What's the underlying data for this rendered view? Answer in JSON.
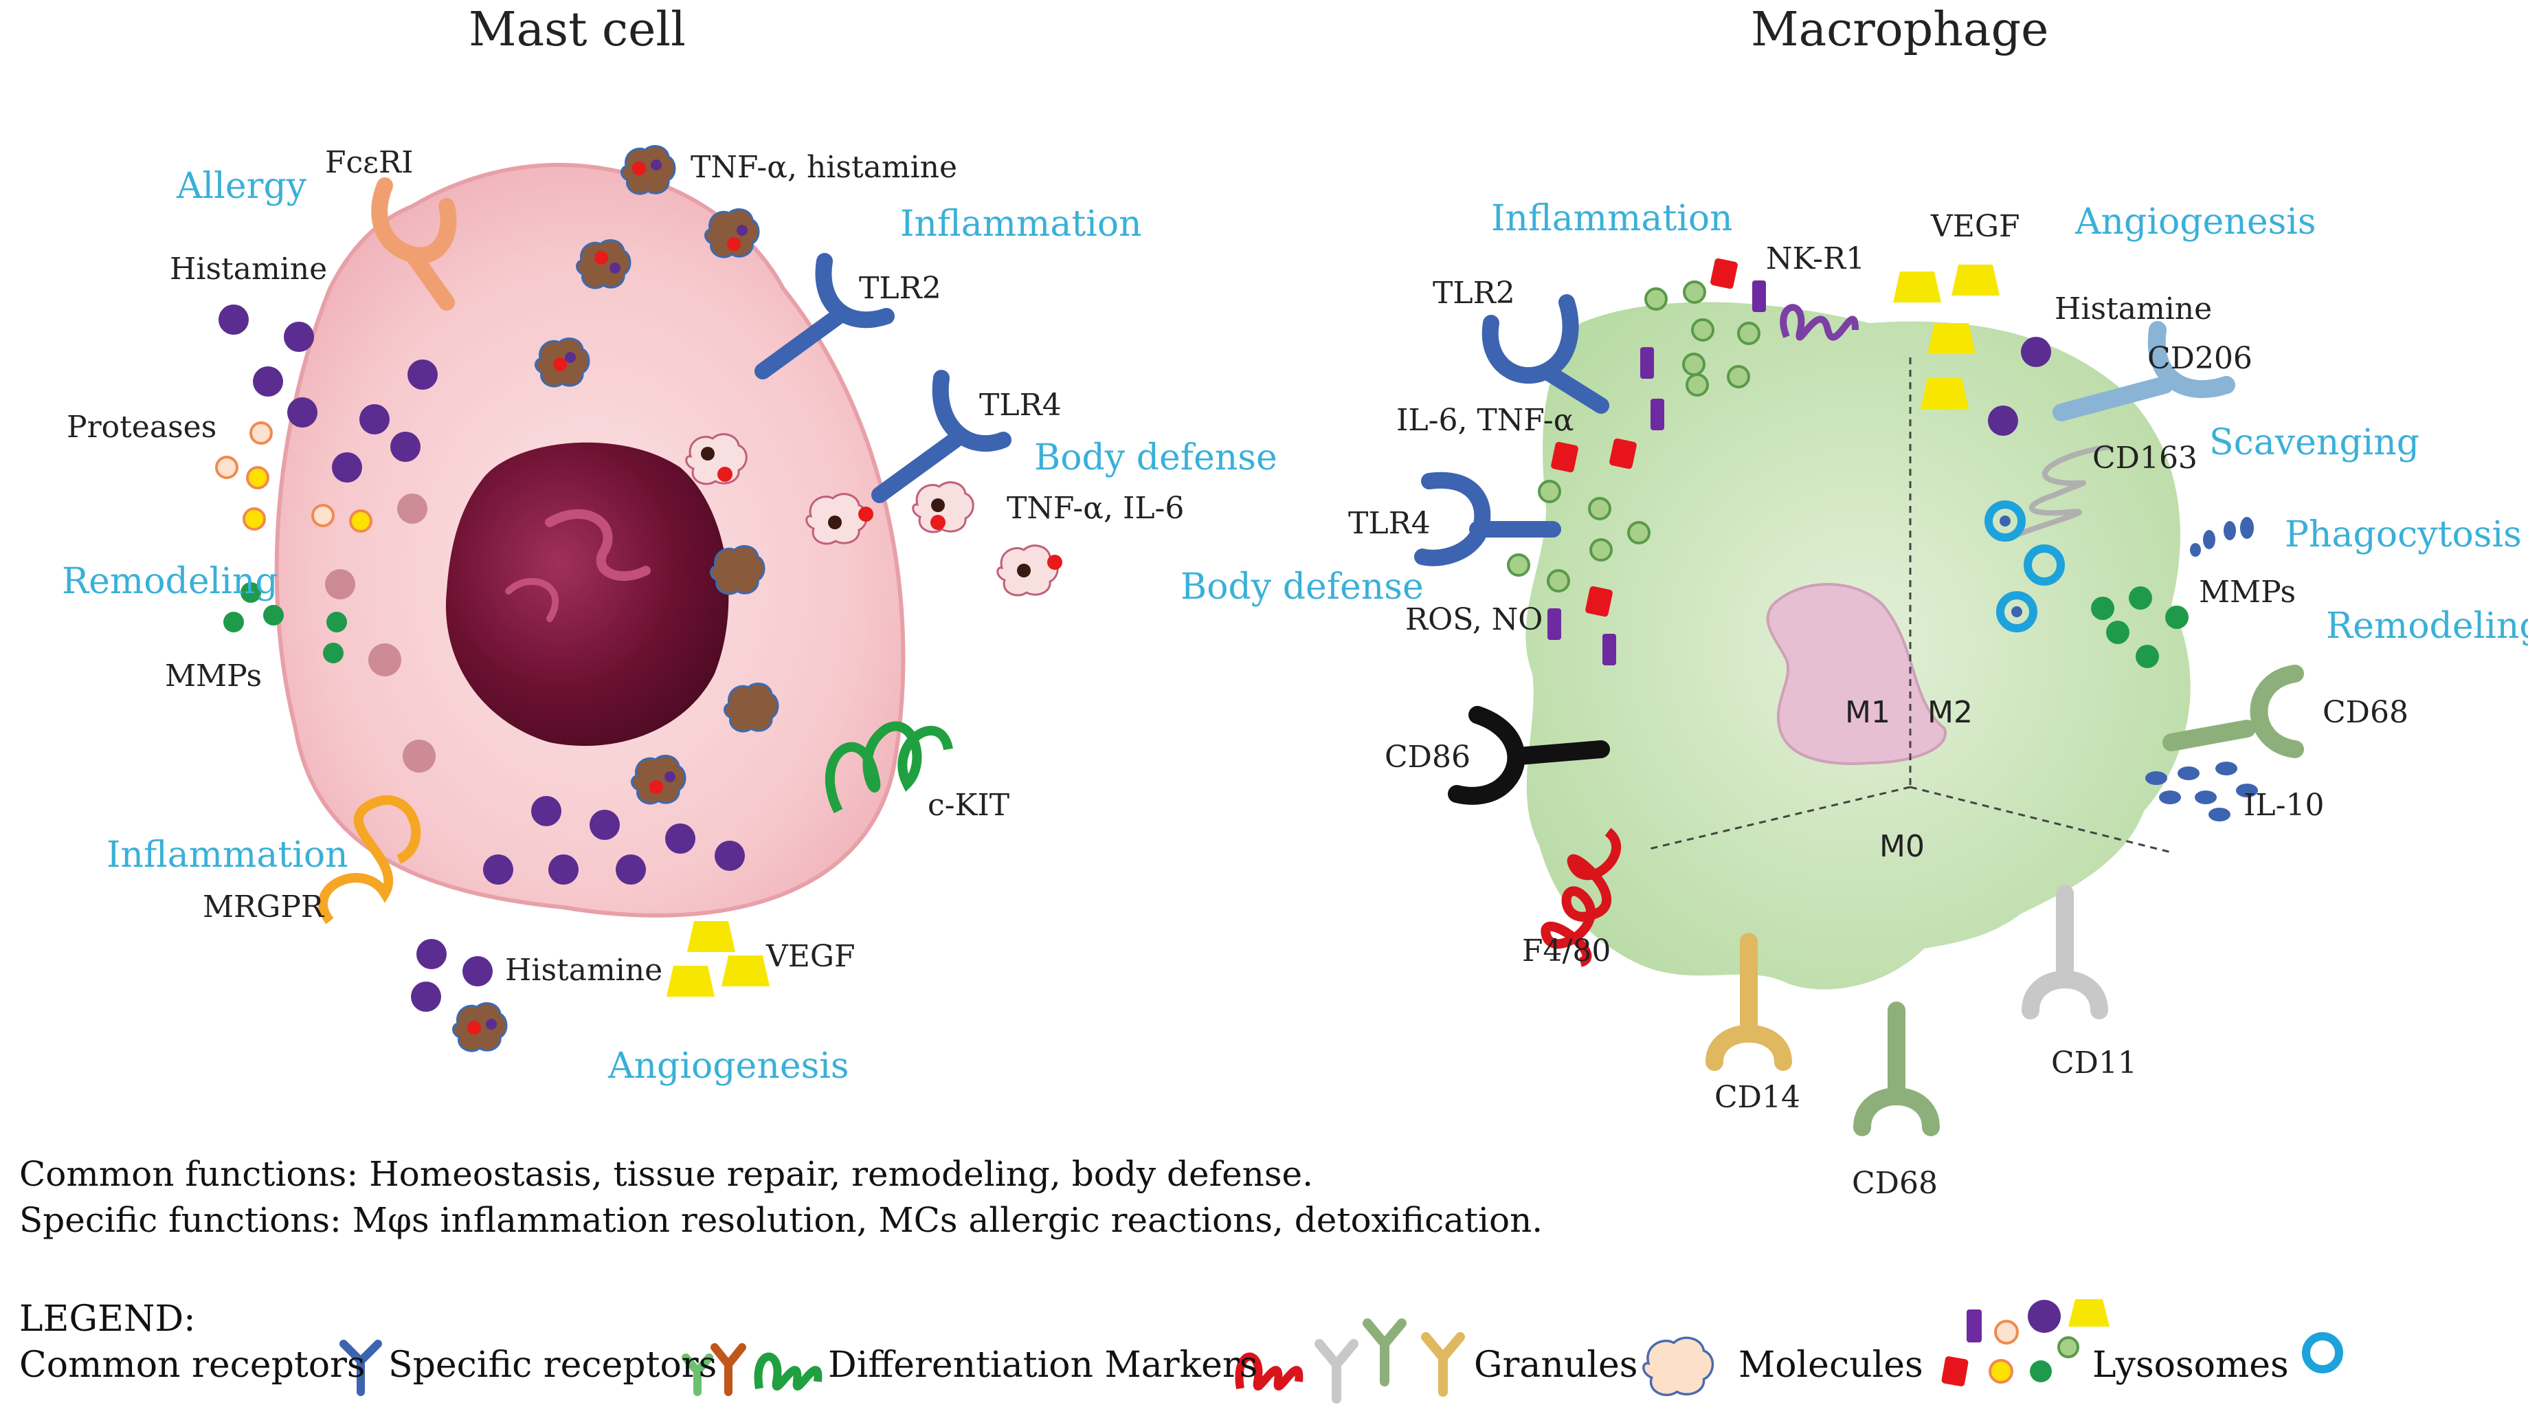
{
  "titles": {
    "mast_cell": "Mast cell",
    "macrophage": "Macrophage"
  },
  "mast": {
    "allergy": "Allergy",
    "fceri": "FcεRI",
    "tnf_histamine": "TNF-α, histamine",
    "inflammation_top": "Inflammation",
    "tlr2": "TLR2",
    "histamine_top": "Histamine",
    "tlr4": "TLR4",
    "body_defense": "Body defense",
    "proteases": "Proteases",
    "tnf_il6": "TNF-α, IL-6",
    "remodeling": "Remodeling",
    "mmps": "MMPs",
    "ckit": "c-KIT",
    "inflammation_bottom": "Inflammation",
    "mrgpr": "MRGPR",
    "histamine_bottom": "Histamine",
    "vegf": "VEGF",
    "angiogenesis": "Angiogenesis"
  },
  "macro": {
    "inflammation": "Inflammation",
    "nkr1": "NK-R1",
    "vegf": "VEGF",
    "angiogenesis": "Angiogenesis",
    "tlr2": "TLR2",
    "histamine": "Histamine",
    "cd206": "CD206",
    "il6_tnf": "IL-6, TNF-α",
    "scavenging": "Scavenging",
    "cd163": "CD163",
    "tlr4": "TLR4",
    "phagocytosis": "Phagocytosis",
    "body_defense": "Body defense",
    "mmps": "MMPs",
    "ros_no": "ROS, NO",
    "remodeling": "Remodeling",
    "m1": "M1",
    "m2": "M2",
    "cd68_right": "CD68",
    "cd86": "CD86",
    "il10": "IL-10",
    "m0": "M0",
    "f480": "F4/80",
    "cd11": "CD11",
    "cd14": "CD14",
    "cd68_bottom": "CD68"
  },
  "captions": {
    "common": "Common functions: Homeostasis, tissue repair, remodeling, body defense.",
    "specific": "Specific functions: Mφs inflammation resolution, MCs allergic reactions, detoxification."
  },
  "legend": {
    "heading": "LEGEND:",
    "common_receptors": "Common receptors",
    "specific_receptors": "Specific receptors",
    "differentiation_markers": "Differentiation Markers",
    "granules": "Granules",
    "molecules": "Molecules",
    "lysosomes": "Lysosomes"
  },
  "colors": {
    "label_blue": "#3ab0d8",
    "receptor_blue": "#3d64b0",
    "histamine_purple": "#5b2d90",
    "mmp_green": "#1f9a4a",
    "vegf_yellow": "#f7e700",
    "ros_red": "#e8141b",
    "ckit_green": "#20a040",
    "mrgpr_orange": "#f5a623",
    "fceri_orange": "#f0a070",
    "f480_red": "#d9141b",
    "cd14_gold": "#e0b860",
    "cd68_green": "#8db07a",
    "cd11_gray": "#c8c8c8",
    "cell_pink": "#f4c4c8",
    "nucleus": "#6b1030",
    "macro_green": "#cfe6c0",
    "lysosome_blue": "#1ea2dc"
  }
}
